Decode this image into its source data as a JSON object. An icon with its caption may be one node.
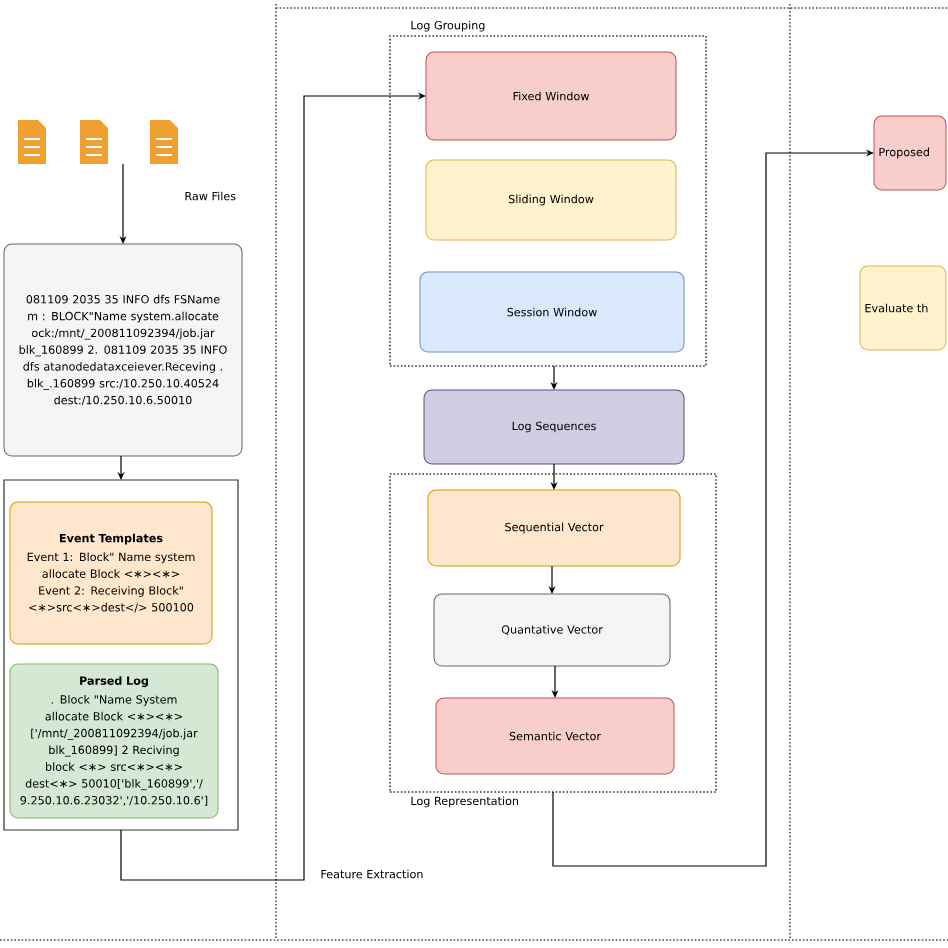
{
  "diagram": {
    "nodes": [
      {
        "text": [],
        "shape": "document"
      },
      {
        "text": [],
        "shape": "document"
      },
      {
        "text": [],
        "shape": "document"
      },
      {
        "text": [
          "081109 2035 35 INFO dfs FSName m : BLOCK\"Name system.allocate ock:/mnt/_200811092394/job.jar blk_160899 2. 081109 2035 35 INFO dfs atanodedataxceiever.Receving . blk_.160899 src:/10.250.10.40524 dest:/10.250.10.6.50010"
        ]
      },
      {
        "text": [],
        "shape": "box"
      },
      {
        "text": [
          "Event Templates",
          "Event 1: Block\" Name system allocate Block <∗><∗> Event 2: Receiving Block\" <∗>src<∗>dest</> 500100"
        ],
        "in": 4
      },
      {
        "text": [
          "Parsed Log",
          ". Block \"Name System allocate Block <∗><∗> ['/mnt/_200811092394/job.jar blk_160899] 2 Reciving block <∗> src<∗><∗> dest<∗> 50010['blk_160899','/ 9.250.10.6.23032','/10.250.10.6']"
        ],
        "in": 4
      },
      {
        "text": [
          "Log Grouping"
        ]
      },
      {
        "text": [
          "Fixed Window"
        ],
        "in": 7
      },
      {
        "text": [
          "Sliding Window"
        ],
        "in": 7
      },
      {
        "text": [
          "Session Window"
        ],
        "in": 7
      },
      {
        "text": [
          "Log Sequences"
        ]
      },
      {
        "text": [
          "Log Representation"
        ]
      },
      {
        "text": [
          "Sequential Vector"
        ],
        "in": 12
      },
      {
        "text": [
          "Quantative Vector"
        ],
        "in": 12
      },
      {
        "text": [
          "Semantic Vector"
        ],
        "in": 12
      },
      {
        "text": [
          "Proposed"
        ]
      },
      {
        "text": [
          "Evaluate th"
        ]
      }
    ],
    "edges": [
      {
        "from": 1,
        "to": 3,
        "arrow": "to"
      },
      {
        "from": 3,
        "to": 4,
        "arrow": "to"
      },
      {
        "from": 4,
        "to": 8,
        "arrow": "to"
      },
      {
        "from": 7,
        "to": 11,
        "arrow": "to"
      },
      {
        "from": 11,
        "to": 13,
        "arrow": "to"
      },
      {
        "from": 13,
        "to": 14,
        "arrow": "to"
      },
      {
        "from": 14,
        "to": 15,
        "arrow": "to"
      },
      {
        "from": 12,
        "to": 16,
        "arrow": "to"
      }
    ],
    "labels": [
      "Raw Files",
      "Feature Extraction"
    ]
  }
}
